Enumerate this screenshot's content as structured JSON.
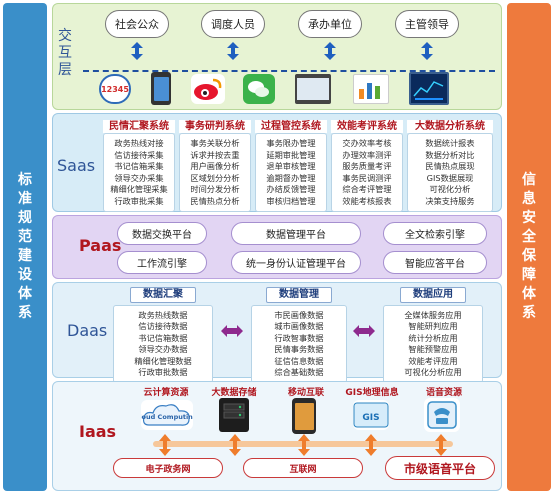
{
  "left_banner": "标准规范建设体系",
  "right_banner": "信息安全保障体系",
  "interaction": {
    "name": "交互层",
    "roles": [
      "社会公众",
      "调度人员",
      "承办单位",
      "主管领导"
    ],
    "channels": [
      "12345",
      "手机",
      "微博",
      "微信",
      "电脑",
      "数据报表",
      "大屏"
    ]
  },
  "saas": {
    "name": "Saas",
    "systems": [
      {
        "title": "民情汇聚系统",
        "items": [
          "政务热线对接",
          "信访接待采集",
          "书记信箱采集",
          "领导交办采集",
          "精细化管理采集",
          "行政审批采集"
        ]
      },
      {
        "title": "事务研判系统",
        "items": [
          "事务关联分析",
          "诉求并按去重",
          "用户画像分析",
          "区域划分分析",
          "时间分发分析",
          "民情热点分析"
        ]
      },
      {
        "title": "过程管控系统",
        "items": [
          "事务限办管理",
          "延期审批管理",
          "退单审核管理",
          "逾期督办管理",
          "办结反馈管理",
          "审核归档管理"
        ]
      },
      {
        "title": "效能考评系统",
        "items": [
          "交办效率考核",
          "办理效率测评",
          "服务质量考评",
          "事务民调测评",
          "综合考评管理",
          "效能考核报表"
        ]
      },
      {
        "title": "大数据分析系统",
        "items": [
          "数据统计报表",
          "数据分析对比",
          "民情热点展现",
          "GIS数据展现",
          "可视化分析",
          "决策支持服务"
        ]
      }
    ]
  },
  "paas": {
    "name": "Paas",
    "services": [
      "数据交换平台",
      "数据管理平台",
      "全文检索引擎",
      "工作流引擎",
      "统一身份认证管理平台",
      "智能应答平台"
    ]
  },
  "daas": {
    "name": "Daas",
    "groups": [
      {
        "title": "数据汇聚",
        "items": [
          "政务热线数据",
          "信访接待数据",
          "书记信箱数据",
          "领导交办数据",
          "精细化管理数据",
          "行政审批数据"
        ]
      },
      {
        "title": "数据管理",
        "items": [
          "市民画像数据",
          "城市画像数据",
          "行政智事数据",
          "民情事务数据",
          "征信信息数据",
          "综合基础数据"
        ]
      },
      {
        "title": "数据应用",
        "items": [
          "全媒体服务应用",
          "智能研判应用",
          "统计分析应用",
          "智能预警应用",
          "效能考评应用",
          "可视化分析应用"
        ]
      }
    ]
  },
  "iaas": {
    "name": "Iaas",
    "resources": [
      "云计算资源",
      "大数据存储",
      "移动互联",
      "GIS地理信息",
      "语音资源"
    ],
    "icon_texts": [
      "Cloud Computing",
      "GIS"
    ],
    "networks": [
      "电子政务网",
      "互联网",
      "市级语音平台"
    ]
  }
}
